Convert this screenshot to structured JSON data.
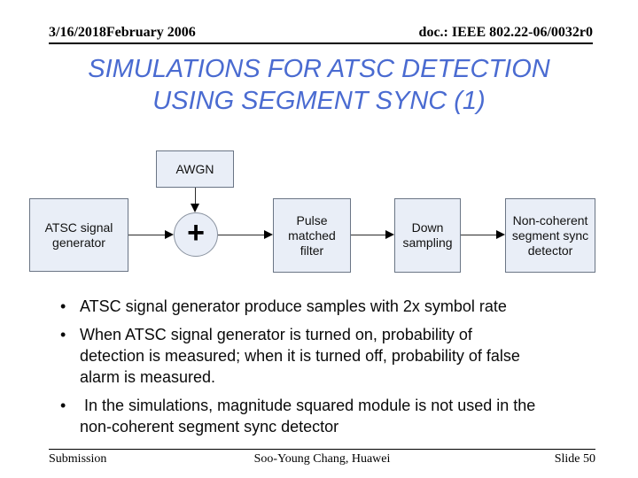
{
  "slide": {
    "header": {
      "left": "3/16/2018February 2006",
      "right": "doc.: IEEE 802.22-06/0032r0"
    },
    "title": {
      "line1": "SIMULATIONS FOR ATSC DETECTION",
      "line2": "USING SEGMENT SYNC (1)"
    },
    "diagram": {
      "awgn_label": "AWGN",
      "adder_symbol": "+",
      "blocks": [
        {
          "label": "ATSC signal generator"
        },
        {
          "label": "Pulse matched filter"
        },
        {
          "label": "Down sampling"
        },
        {
          "label": "Non-coherent segment sync detector"
        }
      ]
    },
    "bullet_char": "•",
    "bullets": [
      {
        "text": "ATSC signal generator produce samples with 2x symbol rate",
        "lines": [
          "ATSC signal generator produce samples with 2x symbol rate"
        ]
      },
      {
        "text": "When ATSC signal generator is turned on, probability of detection is measured; when it is turned off, probability of false alarm is measured.",
        "lines": [
          "When ATSC signal generator is turned on, probability of",
          "detection is measured; when it is turned off, probability of false",
          "alarm is measured."
        ]
      },
      {
        "text": " In the simulations, magnitude squared module is not used in the non-coherent segment sync detector",
        "lines": [
          " In the simulations, magnitude squared module is not used in the",
          "non-coherent segment sync detector"
        ]
      }
    ],
    "footer": {
      "left": "Submission",
      "center": "Soo-Young Chang, Huawei",
      "right": "Slide 50"
    },
    "colors": {
      "title_blue": "#4a6bd1",
      "box_fill": "#e9eef7",
      "box_border": "#6a7585"
    }
  }
}
